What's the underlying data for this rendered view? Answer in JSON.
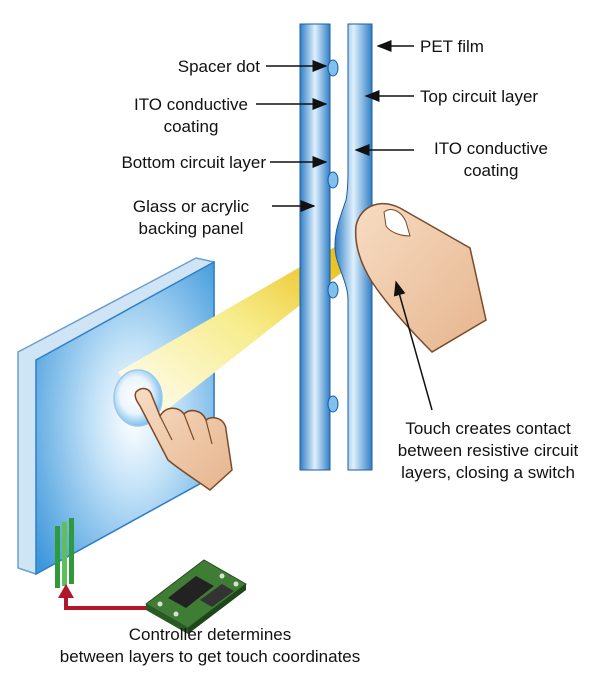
{
  "labels": {
    "spacer_dot": "Spacer dot",
    "ito_left_1": "ITO conductive",
    "ito_left_2": "coating",
    "bottom_circuit": "Bottom circuit layer",
    "glass_1": "Glass or acrylic",
    "glass_2": "backing panel",
    "pet_film": "PET film",
    "top_circuit": "Top circuit layer",
    "ito_right_1": "ITO conductive",
    "ito_right_2": "coating",
    "touch_1": "Touch creates contact",
    "touch_2": "between resistive circuit",
    "touch_3": "layers, closing a switch",
    "controller_1": "Controller determines",
    "controller_2": "between layers to get touch coordinates"
  },
  "colors": {
    "layer_blue": "#3a8fd8",
    "layer_light": "#cfe8fb",
    "screen_blue": "#5aaee8",
    "beam_yellow": "#f2d21a",
    "skin": "#f0cfae",
    "cable_green": "#2f9a3a",
    "arrow_red": "#b0182a",
    "board_green": "#3f7d35"
  },
  "icons": [
    "finger-icon",
    "hand-icon",
    "controller-chip-icon"
  ]
}
